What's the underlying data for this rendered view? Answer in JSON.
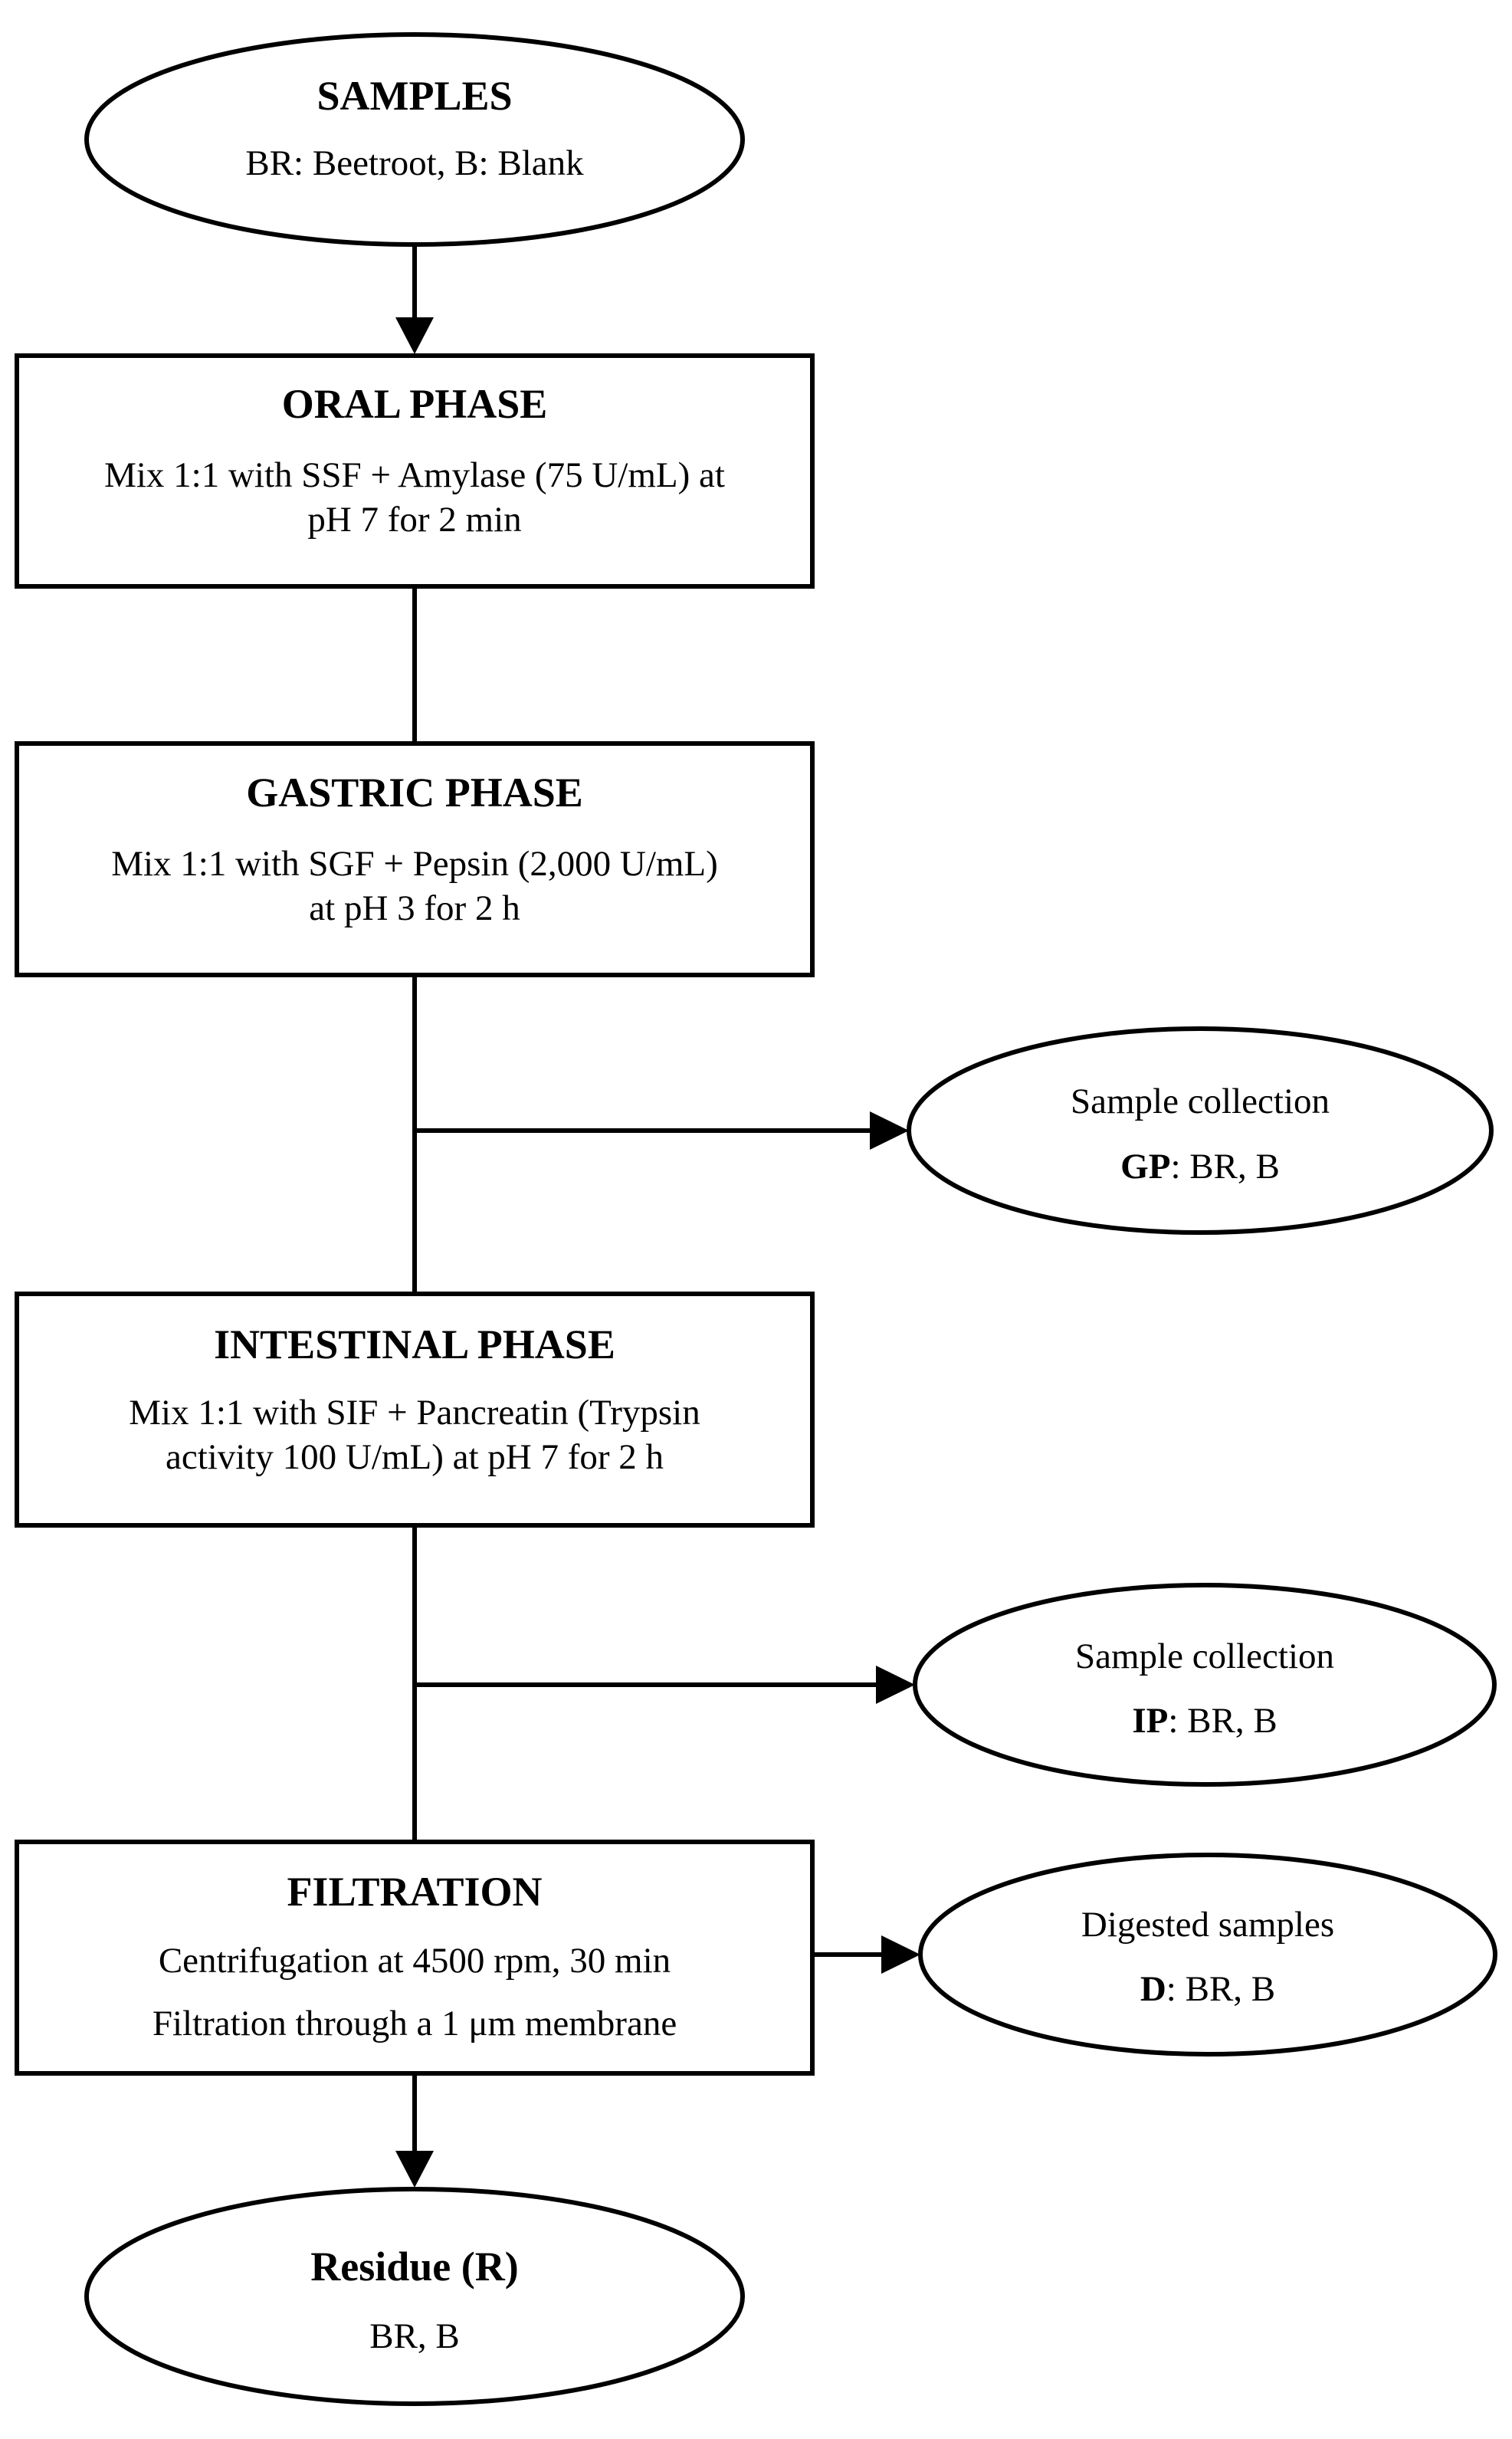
{
  "samples": {
    "title": "SAMPLES",
    "line1": "BR: Beetroot, B: Blank"
  },
  "oral_phase": {
    "title": "ORAL PHASE",
    "line1": "Mix 1:1 with SSF + Amylase (75 U/mL) at",
    "line2": "pH 7 for 2 min"
  },
  "gastric_phase": {
    "title": "GASTRIC PHASE",
    "line1": "Mix 1:1 with SGF + Pepsin (2,000 U/mL)",
    "line2": "at pH 3 for 2 h"
  },
  "gastric_collection": {
    "title": "Sample collection",
    "code": "GP",
    "rest": ": BR, B"
  },
  "intestinal_phase": {
    "title": "INTESTINAL PHASE",
    "line1": "Mix 1:1 with SIF + Pancreatin (Trypsin",
    "line2": "activity 100 U/mL) at pH 7 for 2 h"
  },
  "intestinal_collection": {
    "title": "Sample collection",
    "code": "IP",
    "rest": ": BR, B"
  },
  "filtration": {
    "title": "FILTRATION",
    "line1": "Centrifugation at 4500 rpm, 30 min",
    "line2": "Filtration through a 1 μm membrane"
  },
  "digested_samples": {
    "title": "Digested samples",
    "code": "D",
    "rest": ": BR, B"
  },
  "residue": {
    "title": "Residue (R)",
    "line1": "BR, B"
  }
}
